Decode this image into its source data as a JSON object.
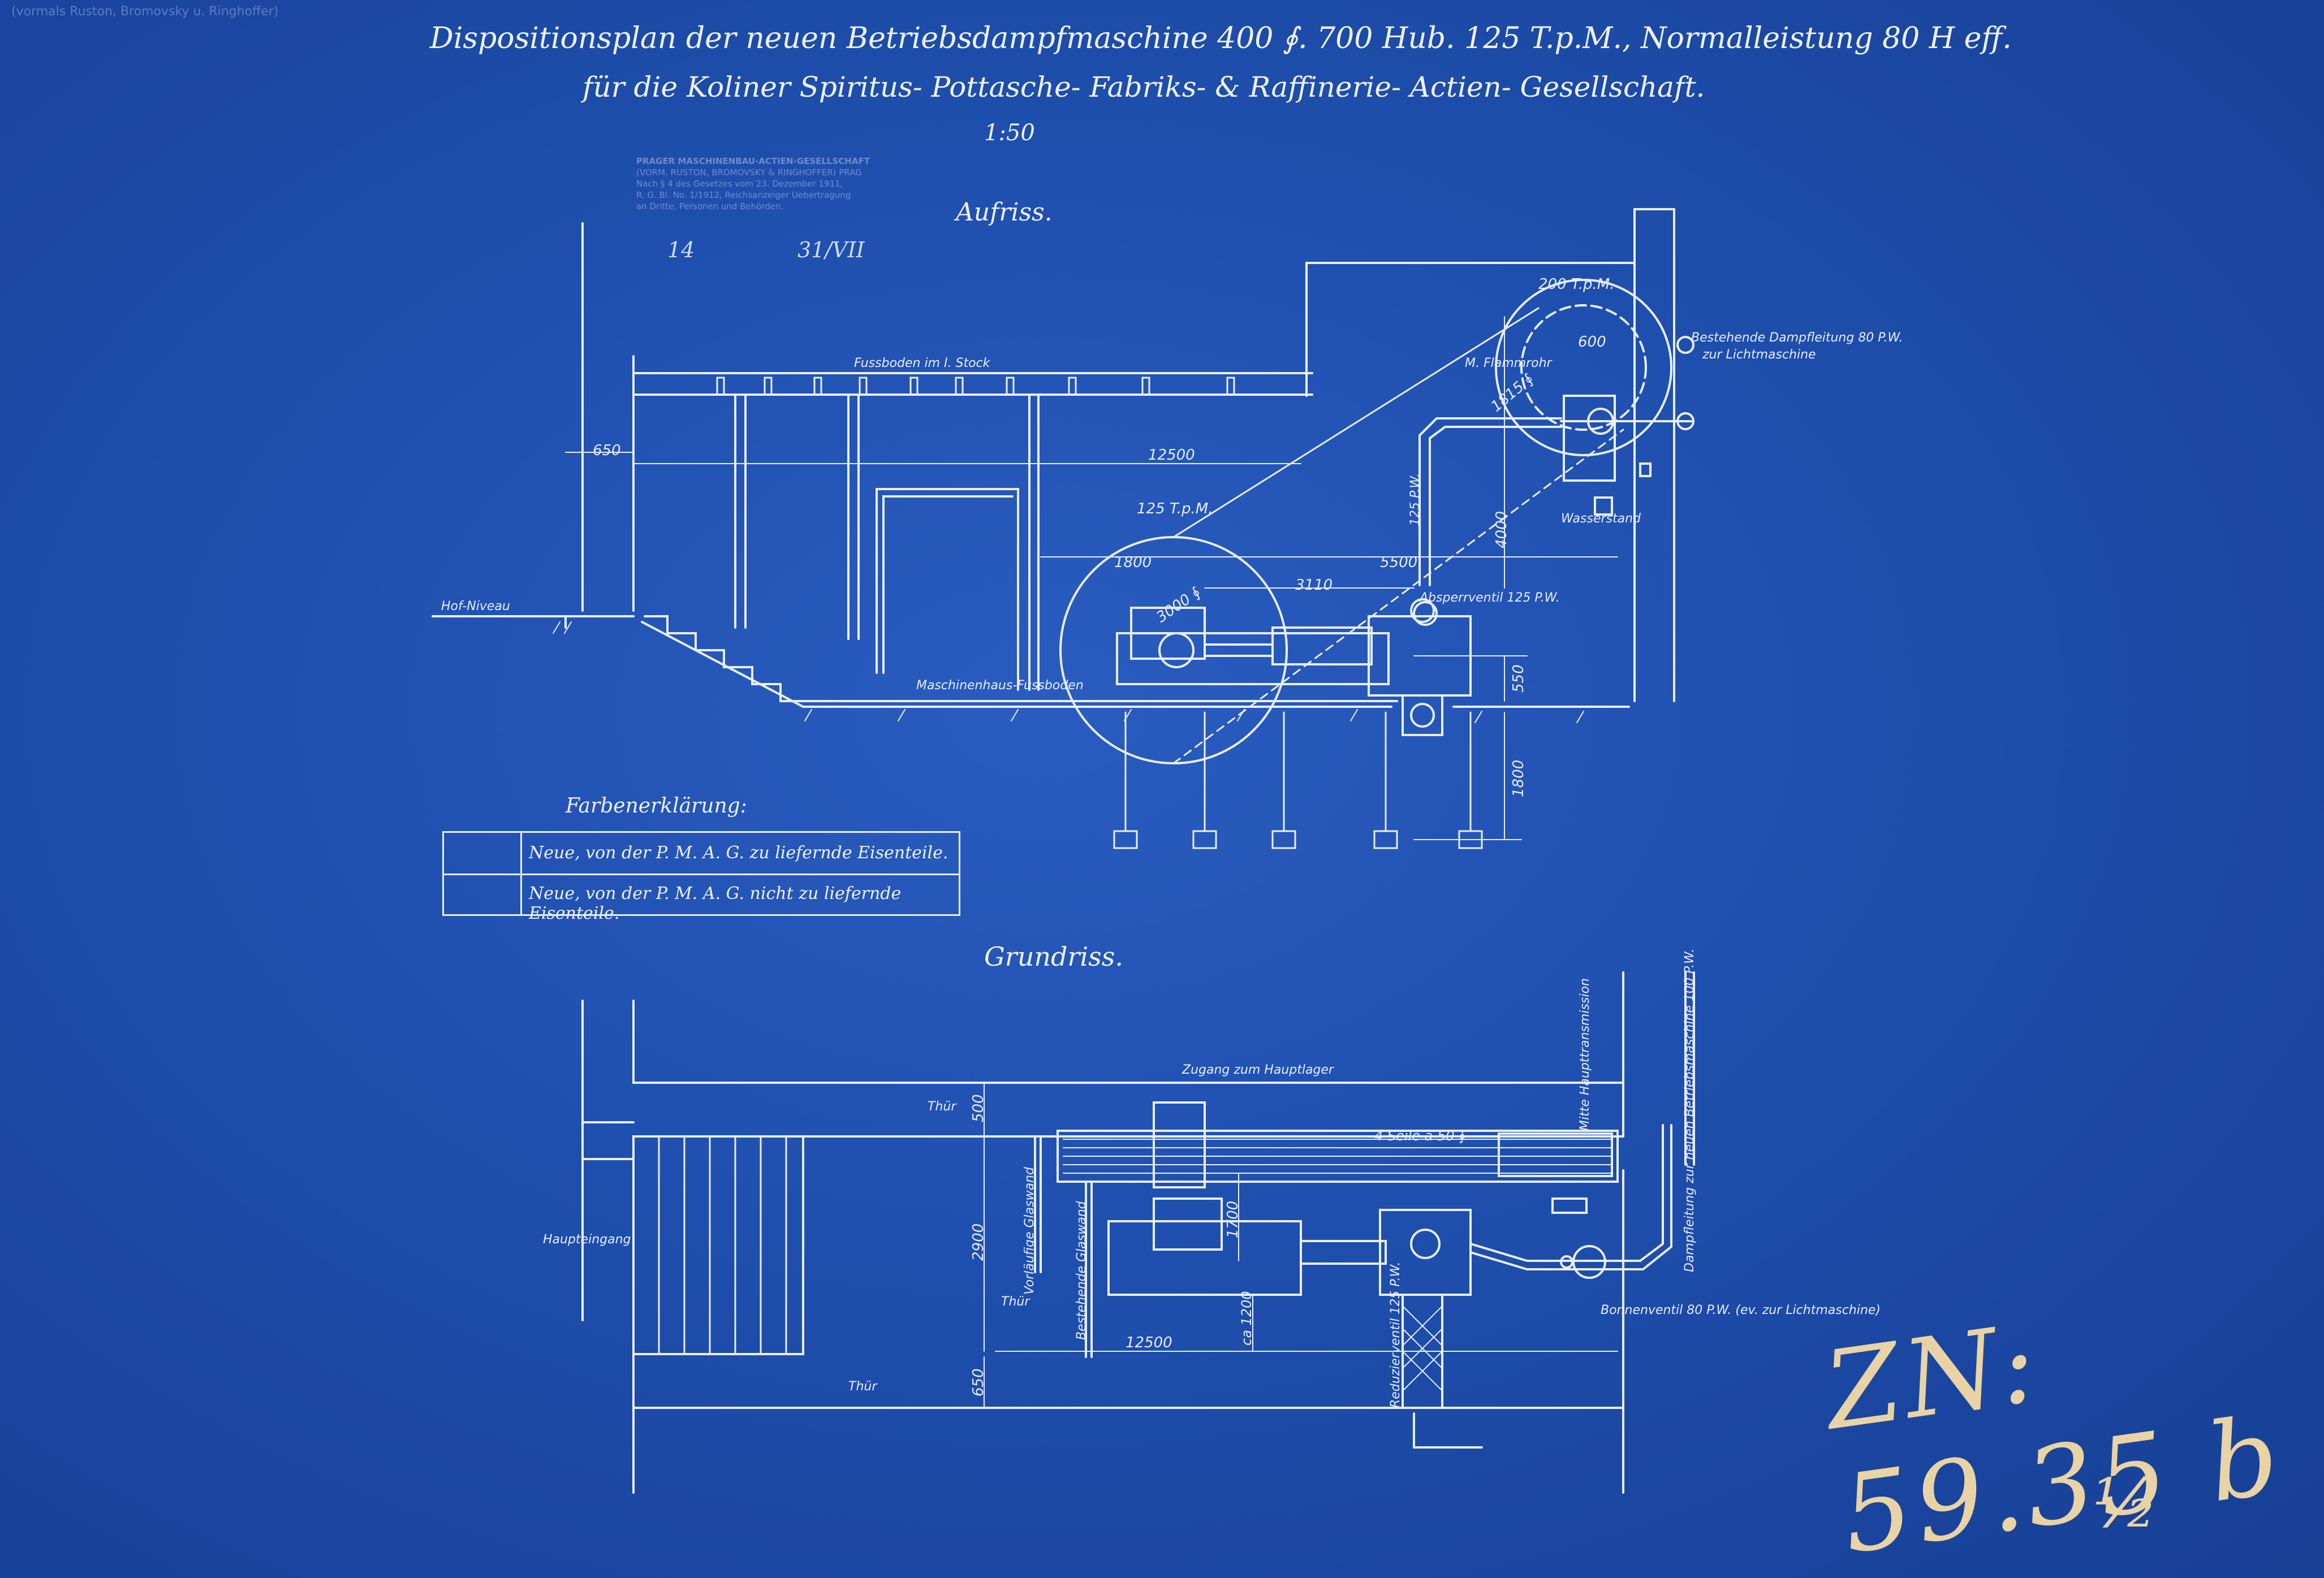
{
  "title": {
    "line1": "Dispositionsplan der neuen Betriebsdampfmaschine 400 ∮. 700 Hub. 125 T.p.M., Normalleistung 80 H eff.",
    "line2": "für die Koliner Spiritus- Pottasche- Fabriks- & Raffinerie- Actien- Gesellschaft.",
    "scale": "1:50"
  },
  "corner_note": "(vormals Ruston, Bromovsky u. Ringhoffer)",
  "stamp": {
    "lines": [
      "PRAGER MASCHINENBAU-ACTIEN-GESELLSCHAFT",
      "(VORM. RUSTON, BROMOVSKY & RINGHOFFER) PRAG",
      "Nach § 4 des Gesetzes vom 23. Dezember 1911,",
      "R. G. Bl. No. 1/1912, Reichsanzeiger Uebertragung",
      "an Dritte, Personen und Behörden."
    ],
    "number": "14",
    "date": "31/VII"
  },
  "elevation": {
    "heading": "Aufriss.",
    "labels": {
      "floor_upper": "Fussboden im I. Stock",
      "yard_level": "Hof-Niveau",
      "machine_room_floor": "Maschinenhaus-Fussboden",
      "speed_main": "125 T.p.M.",
      "speed_pump": "200 T.p.M.",
      "chimney": "M. Flammrohr",
      "existing_pipe": "Bestehende Dampfleitung 80 P.W.",
      "existing_pipe_2": "zur Lichtmaschine",
      "valve": "Absperrventil 125 P.W.",
      "pipe_vertical": "125 P.W.",
      "water_level": "Wasserstand"
    },
    "dimensions": {
      "d650": "650",
      "d12500": "12500",
      "d1800": "1800",
      "d5500": "5500",
      "d3110": "3110",
      "d3000": "3000 ∮",
      "d4000": "4000",
      "d600": "600",
      "d1815": "1815 ∮",
      "d550": "550",
      "d1800v": "1800"
    }
  },
  "legend": {
    "heading": "Farbenerklärung:",
    "rows": [
      {
        "label": "Neue, von der P. M. A. G. zu liefernde Eisenteile."
      },
      {
        "label": "Neue, von der P. M. A. G. nicht zu liefernde Eisenteile."
      }
    ]
  },
  "plan": {
    "heading": "Grundriss.",
    "labels": {
      "main_entrance": "Haupteingang",
      "access_main_bearing": "Zugang zum Hauptlager",
      "belts": "4 Seile à 50 ∮",
      "main_shaft_axis": "Mitte Haupttransmission",
      "door_1": "Thür",
      "door_2": "Thür",
      "door_3": "Thür",
      "wall_1": "Vorläufige Glaswand",
      "wall_2": "Bestehende Glaswand",
      "existing_pipe_left": "Dampfleitung zur neuen Betriebsmaschine 100 P.W.",
      "valve_note": "Reduzierventil 125 P.W.",
      "valve_right": "Bonnenventil 80 P.W. (ev. zur Lichtmaschine)"
    },
    "dimensions": {
      "d500": "500",
      "d2900": "2900",
      "d1700": "1700",
      "d1200": "ca 1200",
      "d12500": "12500",
      "d650": "650"
    }
  },
  "archive_mark": {
    "number": "ZN: 59.35 b",
    "sub": "½"
  },
  "colors": {
    "paper": "#1f4fae",
    "line": "#e8efff",
    "archive_ink": "#e9d3a4"
  }
}
